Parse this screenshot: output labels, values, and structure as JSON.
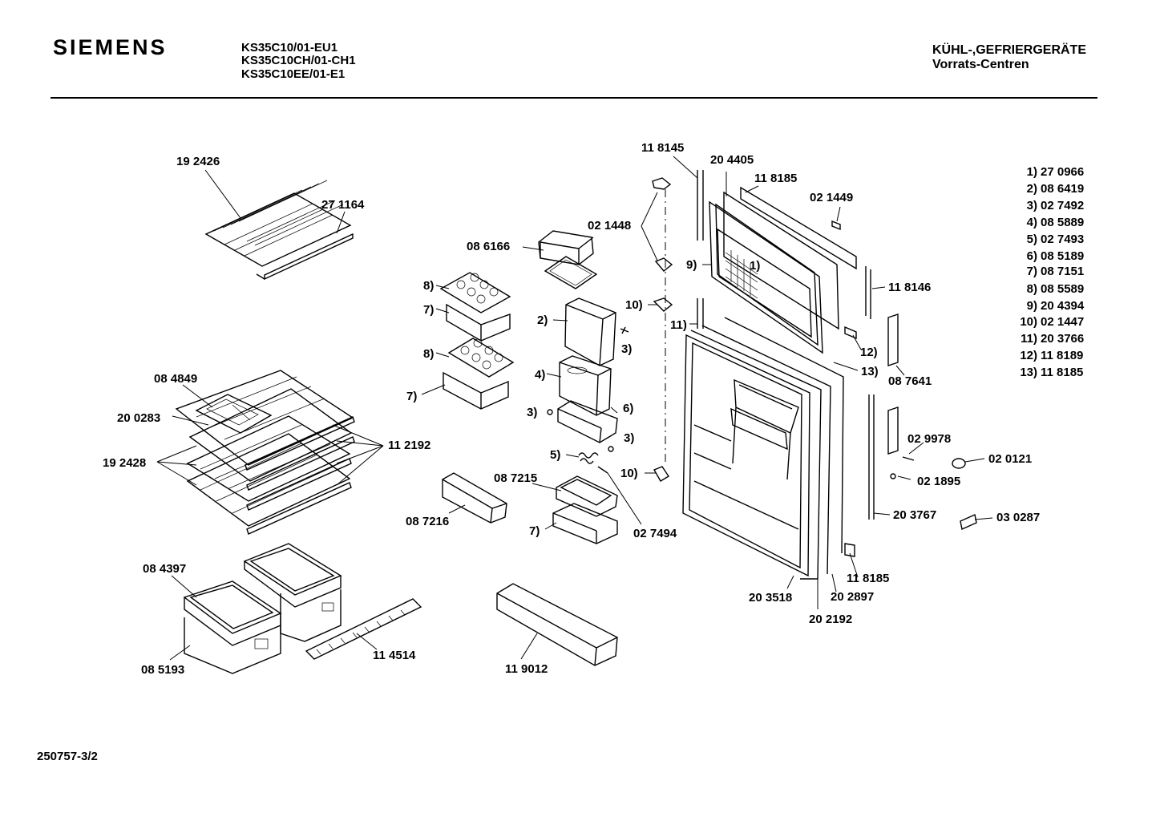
{
  "header": {
    "brand": "SIEMENS",
    "models": [
      "KS35C10/01-EU1",
      "KS35C10CH/01-CH1",
      "KS35C10EE/01-E1"
    ],
    "category": "KÜHL-,GEFRIERGERÄTE",
    "subcategory": "Vorrats-Centren"
  },
  "footer": {
    "document_number": "250757-3/2"
  },
  "legend": [
    {
      "ref": "1)",
      "part": "27 0966"
    },
    {
      "ref": "2)",
      "part": "08 6419"
    },
    {
      "ref": "3)",
      "part": "02 7492"
    },
    {
      "ref": "4)",
      "part": "08 5889"
    },
    {
      "ref": "5)",
      "part": "02 7493"
    },
    {
      "ref": "6)",
      "part": "08 5189"
    },
    {
      "ref": "7)",
      "part": "08 7151"
    },
    {
      "ref": "8)",
      "part": "08 5589"
    },
    {
      "ref": "9)",
      "part": "20 4394"
    },
    {
      "ref": "10)",
      "part": "02 1447"
    },
    {
      "ref": "11)",
      "part": "20 3766"
    },
    {
      "ref": "12)",
      "part": "11 8189"
    },
    {
      "ref": "13)",
      "part": "11 8185"
    }
  ],
  "labels": {
    "p192426": "19 2426",
    "p271164": "27 1164",
    "p084849": "08 4849",
    "p200283": "20 0283",
    "p192428": "19 2428",
    "p112192": "11 2192",
    "p084397": "08 4397",
    "p085193": "08 5193",
    "p114514": "11 4514",
    "p086166": "08 6166",
    "p087216": "08 7216",
    "p087215": "08 7215",
    "p027494": "02 7494",
    "p119012": "11 9012",
    "p118145": "11 8145",
    "p204405": "20 4405",
    "p118185a": "11 8185",
    "p021449": "02 1449",
    "p021448": "02 1448",
    "p118146": "11 8146",
    "p087641": "08 7641",
    "p029978": "02 9978",
    "p020121": "02 0121",
    "p021895": "02 1895",
    "p203767": "20 3767",
    "p030287": "03 0287",
    "p118185b": "11 8185",
    "p203518": "20 3518",
    "p202897": "20 2897",
    "p202192": "20 2192"
  },
  "refs": {
    "r1": "1)",
    "r2": "2)",
    "r3a": "3)",
    "r3b": "3)",
    "r3c": "3)",
    "r4": "4)",
    "r5": "5)",
    "r6": "6)",
    "r7a": "7)",
    "r7b": "7)",
    "r7c": "7)",
    "r8a": "8)",
    "r8b": "8)",
    "r9": "9)",
    "r10a": "10)",
    "r10b": "10)",
    "r11": "11)",
    "r12": "12)",
    "r13": "13)"
  }
}
